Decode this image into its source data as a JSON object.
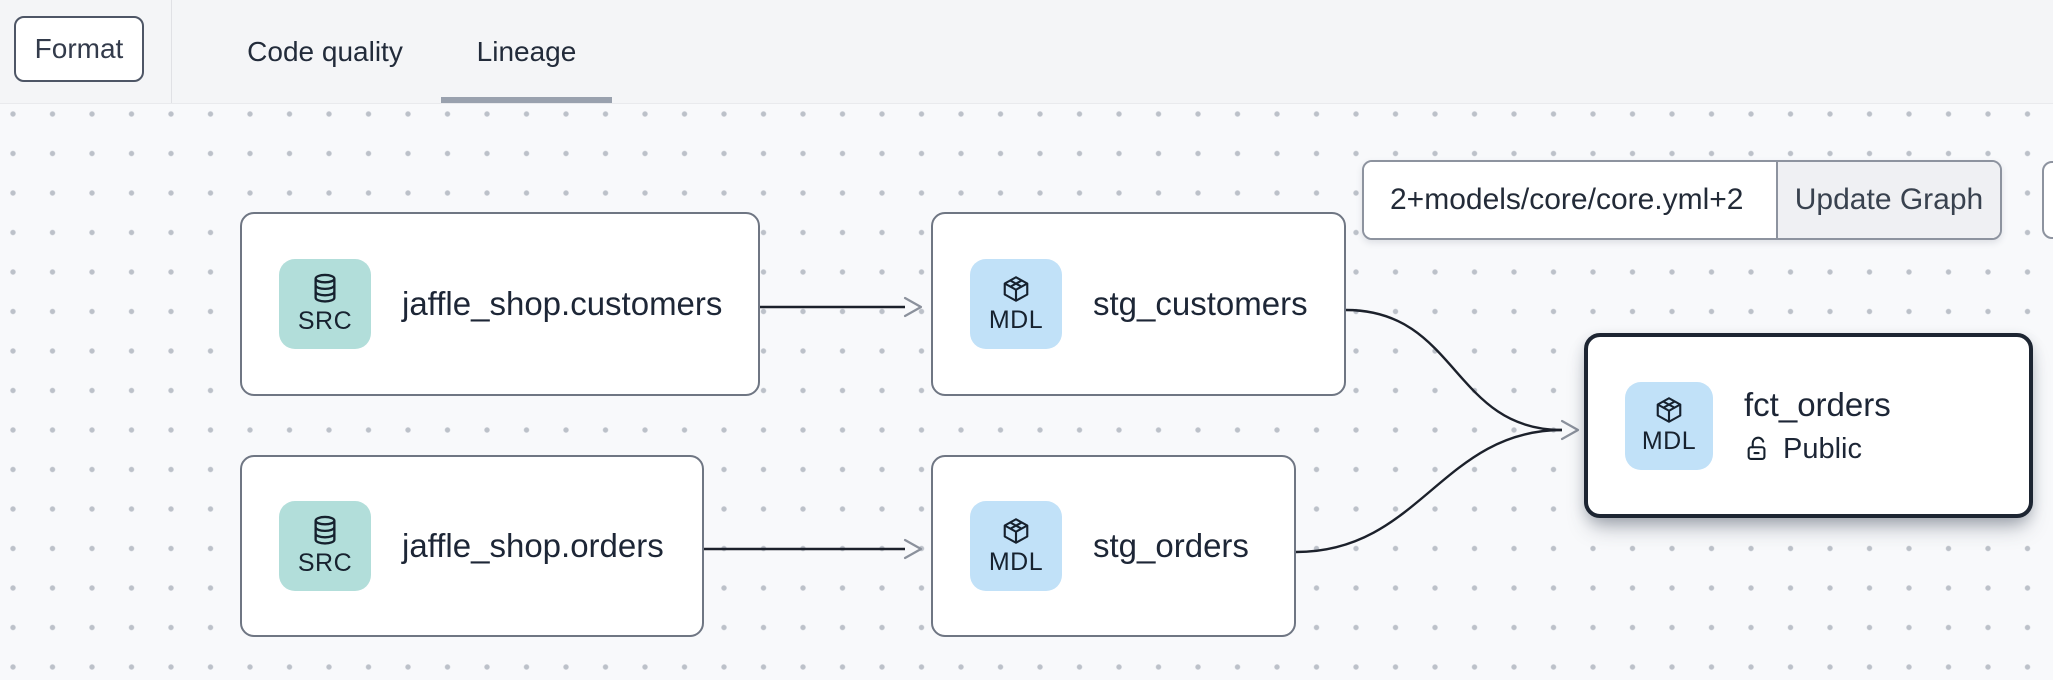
{
  "toolbar": {
    "format_button_label": "Format",
    "tabs": [
      {
        "label": "Code quality",
        "active": false
      },
      {
        "label": "Lineage",
        "active": true
      }
    ]
  },
  "graph_controls": {
    "selector_value": "2+models/core/core.yml+2",
    "update_button_label": "Update Graph"
  },
  "lineage": {
    "nodes": [
      {
        "label": "jaffle_shop.customers",
        "type": "SRC",
        "icon": "database-icon",
        "selected": false
      },
      {
        "label": "stg_customers",
        "type": "MDL",
        "icon": "model-cube-icon",
        "selected": false
      },
      {
        "label": "jaffle_shop.orders",
        "type": "SRC",
        "icon": "database-icon",
        "selected": false
      },
      {
        "label": "stg_orders",
        "type": "MDL",
        "icon": "model-cube-icon",
        "selected": false
      },
      {
        "label": "fct_orders",
        "type": "MDL",
        "icon": "model-cube-icon",
        "access": "Public",
        "selected": true
      }
    ],
    "edges": [
      {
        "from": "jaffle_shop.customers",
        "to": "stg_customers"
      },
      {
        "from": "jaffle_shop.orders",
        "to": "stg_orders"
      },
      {
        "from": "stg_customers",
        "to": "fct_orders"
      },
      {
        "from": "stg_orders",
        "to": "fct_orders"
      }
    ]
  },
  "colors": {
    "source_badge_bg": "#b2deda",
    "model_badge_bg": "#c1e1f8",
    "node_border": "#6f7683",
    "selected_node_border": "#1d2532",
    "edge": "#1c212b",
    "arrowhead": "#8b919c",
    "tab_underline": "#99a1ae",
    "topbar_bg": "#f4f5f7",
    "canvas_bg": "#f8f9fb"
  }
}
